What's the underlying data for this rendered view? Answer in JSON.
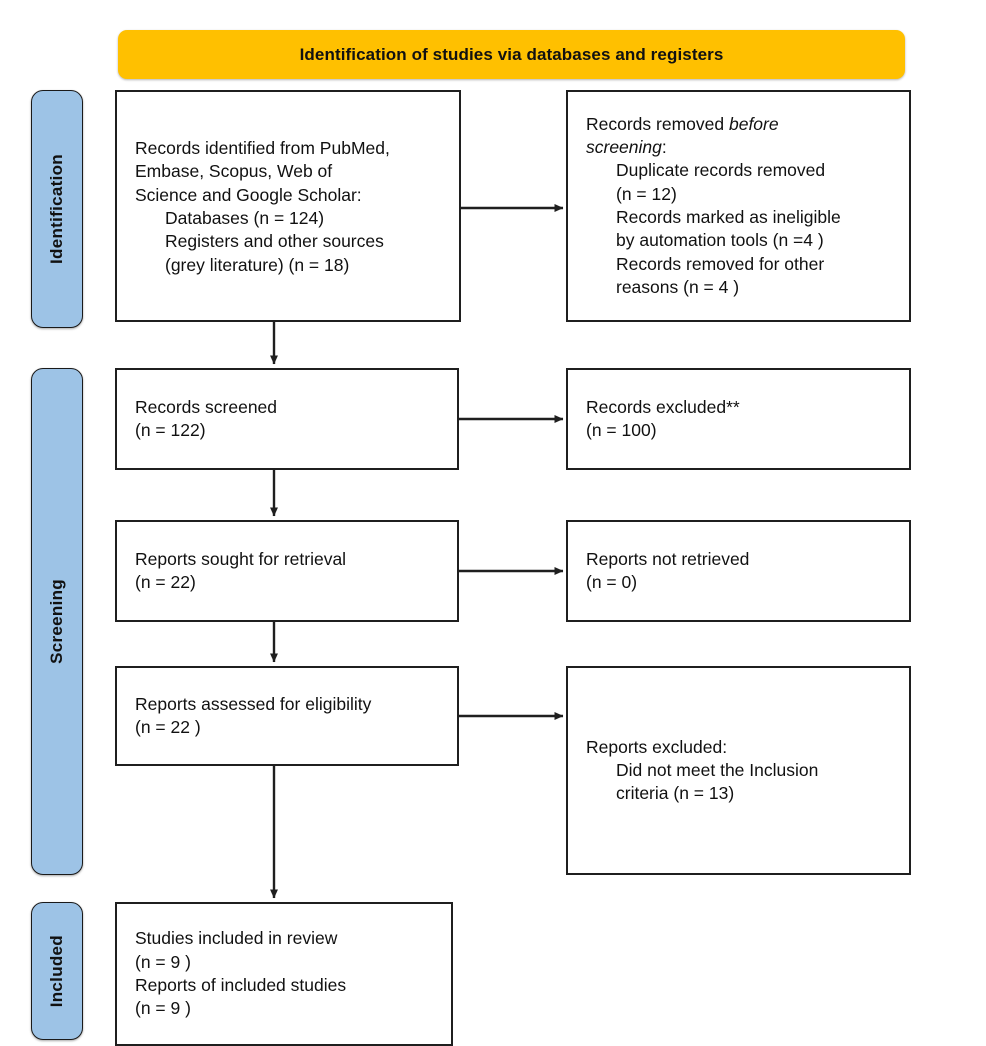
{
  "diagram": {
    "title": "Identification of studies via databases and registers",
    "colors": {
      "banner": "#FFC000",
      "stage_bar": "#9DC3E6",
      "box_border": "#1F1F1F",
      "text": "#111111",
      "background": "#FFFFFF"
    }
  },
  "stages": {
    "identification": "Identification",
    "screening": "Screening",
    "included": "Included"
  },
  "boxes": {
    "identified": {
      "lines": [
        {
          "text": "Records identified from PubMed,",
          "indent": false
        },
        {
          "text": "Embase, Scopus, Web of",
          "indent": false
        },
        {
          "text": "Science and Google Scholar:",
          "indent": false
        },
        {
          "text": "Databases (n = 124)",
          "indent": true
        },
        {
          "text": "Registers and other sources",
          "indent": true
        },
        {
          "text": "(grey literature) (n = 18)",
          "indent": true
        }
      ]
    },
    "removed": {
      "lines": [
        {
          "text": "Records removed ",
          "italic_tail": "before",
          "indent": false
        },
        {
          "text": "",
          "italic_lead": "screening",
          "tail": ":",
          "indent": false
        },
        {
          "text": "Duplicate records removed",
          "indent": true
        },
        {
          "text": "(n = 12)",
          "indent": true
        },
        {
          "text": "Records marked as ineligible",
          "indent": true
        },
        {
          "text": "by automation tools (n =4 )",
          "indent": true
        },
        {
          "text": "Records removed for other",
          "indent": true
        },
        {
          "text": "reasons (n = 4 )",
          "indent": true
        }
      ]
    },
    "screened": {
      "lines": [
        {
          "text": "Records screened",
          "indent": false
        },
        {
          "text": "(n = 122)",
          "indent": false
        }
      ]
    },
    "excluded": {
      "lines": [
        {
          "text": "Records excluded**",
          "indent": false
        },
        {
          "text": "(n = 100)",
          "indent": false
        }
      ]
    },
    "sought": {
      "lines": [
        {
          "text": "Reports sought for retrieval",
          "indent": false
        },
        {
          "text": "(n = 22)",
          "indent": false
        }
      ]
    },
    "not_retrieved": {
      "lines": [
        {
          "text": "Reports not retrieved",
          "indent": false
        },
        {
          "text": "(n = 0)",
          "indent": false
        }
      ]
    },
    "assessed": {
      "lines": [
        {
          "text": "Reports assessed for eligibility",
          "indent": false
        },
        {
          "text": "(n = 22 )",
          "indent": false
        }
      ]
    },
    "reports_excluded": {
      "lines": [
        {
          "text": "Reports excluded:",
          "indent": false
        },
        {
          "text": "Did not meet the Inclusion",
          "indent": true
        },
        {
          "text": "criteria (n = 13)",
          "indent": true
        }
      ]
    },
    "included": {
      "lines": [
        {
          "text": "Studies included in review",
          "indent": false
        },
        {
          "text": "(n = 9 )",
          "indent": false
        },
        {
          "text": "Reports of included studies",
          "indent": false
        },
        {
          "text": "(n = 9 )",
          "indent": false
        }
      ]
    }
  },
  "flow_data": {
    "type": "flowchart",
    "standard": "PRISMA 2020",
    "counts": {
      "databases": 124,
      "registers_grey_literature": 18,
      "duplicates_removed": 12,
      "marked_ineligible_automation": 4,
      "removed_other_reasons": 4,
      "records_screened": 122,
      "records_excluded": 100,
      "reports_sought": 22,
      "reports_not_retrieved": 0,
      "reports_assessed": 22,
      "reports_excluded_inclusion_criteria": 13,
      "studies_included": 9,
      "reports_of_included_studies": 9
    }
  }
}
